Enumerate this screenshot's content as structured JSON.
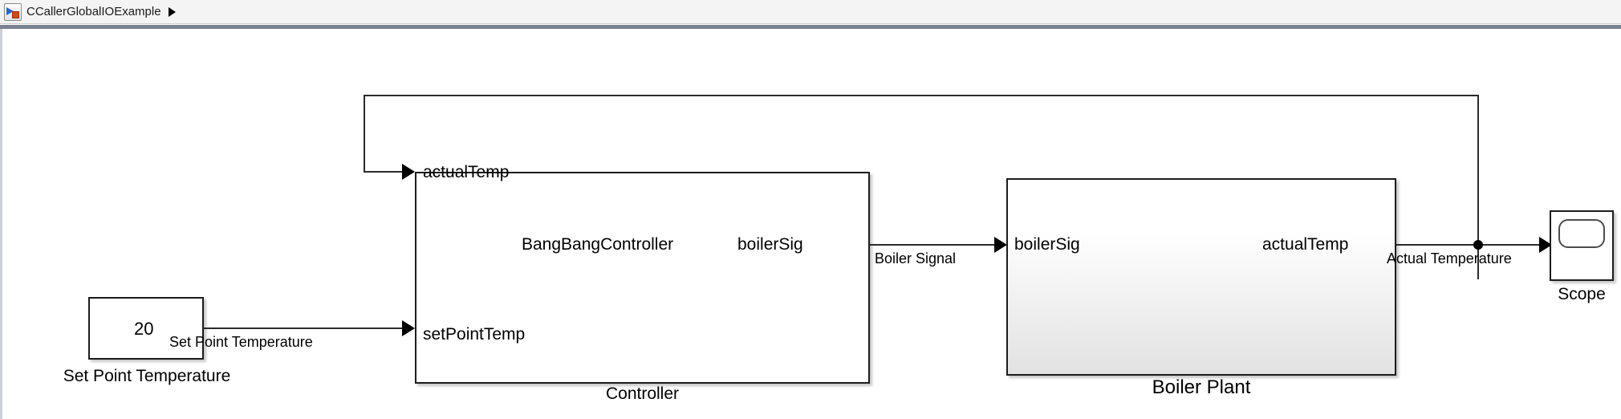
{
  "breadcrumb": {
    "icon": "simulink-model-icon",
    "model_name": "CCallerGlobalIOExample",
    "expand_arrow": "▶"
  },
  "diagram": {
    "blocks": [
      {
        "id": "set-point-temperature",
        "type": "constant",
        "value": "20",
        "label": "Set Point Temperature"
      },
      {
        "id": "controller",
        "type": "subsystem",
        "label": "Controller",
        "mid_text": "BangBangController",
        "inputs": [
          "actualTemp",
          "setPointTemp"
        ],
        "outputs": [
          "boilerSig"
        ]
      },
      {
        "id": "boiler-plant",
        "type": "subsystem",
        "label": "Boiler Plant",
        "inputs": [
          "boilerSig"
        ],
        "outputs": [
          "actualTemp"
        ]
      },
      {
        "id": "scope",
        "type": "scope",
        "label": "Scope"
      }
    ],
    "signals": [
      {
        "id": "set-point-temperature-signal",
        "label": "Set Point Temperature"
      },
      {
        "id": "boiler-signal",
        "label": "Boiler Signal"
      },
      {
        "id": "actual-temperature-signal",
        "label": "Actual Temperature"
      }
    ]
  },
  "colors": {
    "block_border": "#1c1c1c",
    "wire": "#2b2b2b",
    "canvas": "#ffffff",
    "toolbar": "#f4f4f4",
    "icon_blue": "#1f6fc4",
    "icon_orange": "#d4490f"
  }
}
